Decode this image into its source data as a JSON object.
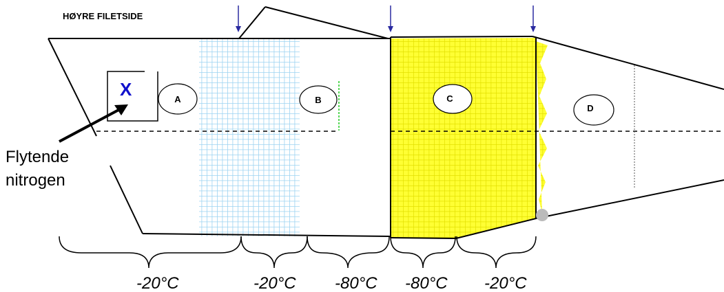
{
  "title": "HØYRE FILETSIDE",
  "marker": {
    "symbol": "X",
    "color": "#1111cc"
  },
  "annotation": {
    "line1": "Flytende",
    "line2": "nitrogen"
  },
  "zones": {
    "a": "A",
    "b": "B",
    "c": "C",
    "d": "D"
  },
  "temperatures": [
    "-20°C",
    "-20°C",
    "-80°C",
    "-80°C",
    "-20°C"
  ],
  "colors": {
    "blue_grid": "#9cd3f2",
    "yellow_fill": "#ffff33",
    "yellow_grid": "#e3e000",
    "arrow": "#2a2aa0",
    "green_edge": "#22cc22",
    "grey_dot": "#bbbbbb"
  }
}
